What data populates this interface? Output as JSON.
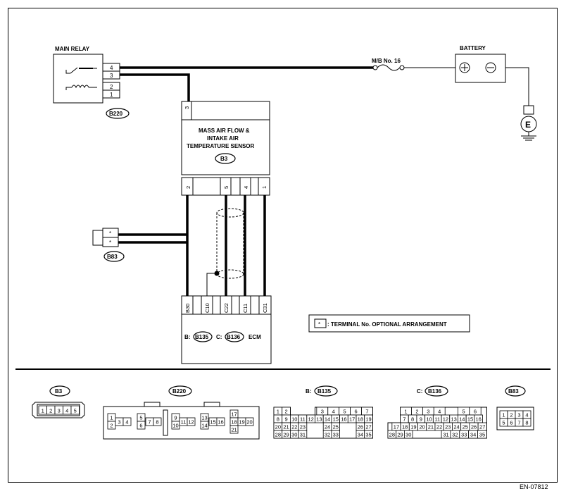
{
  "components": {
    "main_relay": {
      "title": "MAIN RELAY",
      "connector": "B220",
      "pins": [
        "4",
        "3",
        "2",
        "1"
      ]
    },
    "fuse": {
      "label": "M/B No. 16"
    },
    "battery": {
      "title": "BATTERY",
      "plus": "+",
      "minus": "−"
    },
    "ground": {
      "label": "E"
    },
    "maf_sensor": {
      "line1": "MASS AIR FLOW &",
      "line2": "INTAKE AIR",
      "line3": "TEMPERATURE SENSOR",
      "connector": "B3",
      "top_pin": "3",
      "bottom_pins": [
        "2",
        "5",
        "4",
        "1"
      ]
    },
    "b83": {
      "connector": "B83",
      "pins": [
        "*",
        "*"
      ]
    },
    "ecm": {
      "pins": [
        "B30",
        "C10",
        "C22",
        "C11",
        "C31"
      ],
      "prefix_b": "B:",
      "conn_b": "B135",
      "prefix_c": "C:",
      "conn_c": "B136",
      "label": "ECM"
    }
  },
  "legend": {
    "symbol": "*",
    "text": ": TERMINAL No. OPTIONAL ARRANGEMENT"
  },
  "connectors_views": {
    "b3": {
      "title": "B3",
      "pins": [
        "1",
        "2",
        "3",
        "4",
        "5"
      ]
    },
    "b220": {
      "title": "B220",
      "pins": [
        "1",
        "2",
        "3",
        "4",
        "5",
        "6",
        "7",
        "8",
        "9",
        "10",
        "11",
        "12",
        "13",
        "14",
        "15",
        "16",
        "17",
        "18",
        "19",
        "20",
        "21"
      ]
    },
    "b135": {
      "prefix": "B:",
      "title": "B135",
      "pins": [
        "1",
        "2",
        "3",
        "4",
        "5",
        "6",
        "7",
        "8",
        "9",
        "10",
        "11",
        "12",
        "13",
        "14",
        "15",
        "16",
        "17",
        "18",
        "19",
        "20",
        "21",
        "22",
        "23",
        "24",
        "25",
        "26",
        "27",
        "28",
        "29",
        "30",
        "31",
        "32",
        "33",
        "34",
        "35"
      ]
    },
    "b136": {
      "prefix": "C:",
      "title": "B136",
      "pins": [
        "1",
        "2",
        "3",
        "4",
        "5",
        "6",
        "7",
        "8",
        "9",
        "10",
        "11",
        "12",
        "13",
        "14",
        "15",
        "16",
        "17",
        "18",
        "19",
        "20",
        "21",
        "22",
        "23",
        "24",
        "25",
        "26",
        "27",
        "28",
        "29",
        "30",
        "31",
        "32",
        "33",
        "34",
        "35"
      ]
    },
    "b83": {
      "title": "B83",
      "pins": [
        "1",
        "2",
        "3",
        "4",
        "5",
        "6",
        "7",
        "8"
      ]
    }
  },
  "doc_id": "EN-07812"
}
